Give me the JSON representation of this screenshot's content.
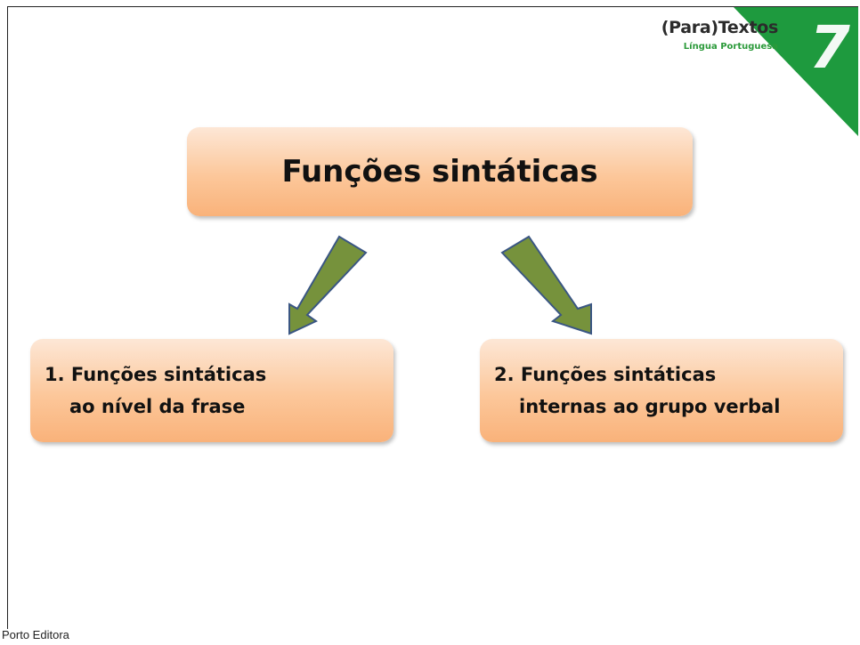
{
  "brand": {
    "title": "(Para)Textos",
    "subtitle": "Língua Portuguesa",
    "badge_glyph": "7"
  },
  "diagram": {
    "main_box": "Funções sintáticas",
    "left_box": {
      "line1": "1. Funções sintáticas",
      "line2": "ao nível da frase"
    },
    "right_box": {
      "line1": "2. Funções sintáticas",
      "line2": "internas ao grupo verbal"
    }
  },
  "colors": {
    "arrow_fill": "#76923c",
    "arrow_stroke": "#3a5683",
    "box_gradient_top": "#fde7d6",
    "box_gradient_bottom": "#f9b27a",
    "corner_green": "#1e9a3e"
  },
  "footer": {
    "publisher": "Porto Editora"
  }
}
